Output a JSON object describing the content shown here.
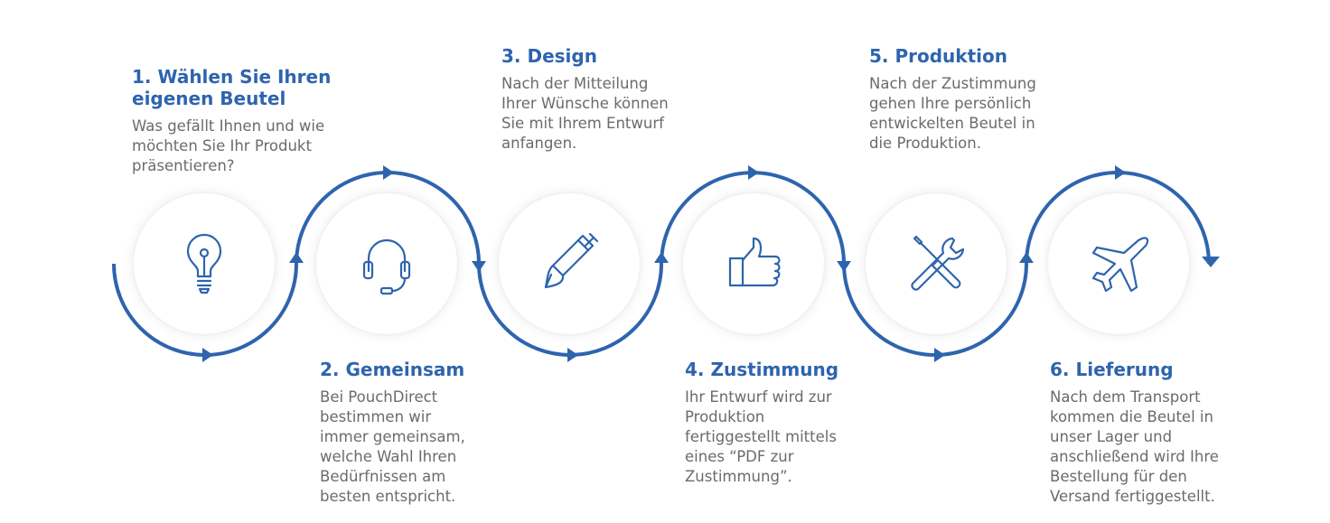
{
  "steps": [
    {
      "title": "1. Wählen Sie Ihren\neigenen Beutel",
      "description": "Was gefällt Ihnen und wie\nmöchten Sie Ihr Produkt\npräsentieren?",
      "icon": "lightbulb-icon"
    },
    {
      "title": "2. Gemeinsam",
      "description": "Bei PouchDirect\nbestimmen wir\nimmer gemeinsam,\nwelche Wahl Ihren\nBedürfnissen am\nbesten entspricht.",
      "icon": "headset-icon"
    },
    {
      "title": "3. Design",
      "description": "Nach der Mitteilung\nIhrer Wünsche können\nSie mit Ihrem Entwurf\nanfangen.",
      "icon": "pen-brush-icon"
    },
    {
      "title": "4. Zustimmung",
      "description": "Ihr Entwurf wird zur\nProduktion\nfertiggestellt mittels\neines “PDF zur\nZustimmung”.",
      "icon": "thumbs-up-icon"
    },
    {
      "title": "5. Produktion",
      "description": "Nach der Zustimmung\ngehen Ihre persönlich\nentwickelten Beutel in\ndie Produktion.",
      "icon": "wrench-screwdriver-icon"
    },
    {
      "title": "6. Lieferung",
      "description": "Nach dem Transport\nkommen die Beutel in\nunser Lager und\nanschließend wird Ihre\nBestellung für den\nVersand fertiggestellt.",
      "icon": "airplane-icon"
    }
  ],
  "colors": {
    "accent": "#2e64ae",
    "text": "#6b6b6b",
    "circle": "#ffffff"
  }
}
